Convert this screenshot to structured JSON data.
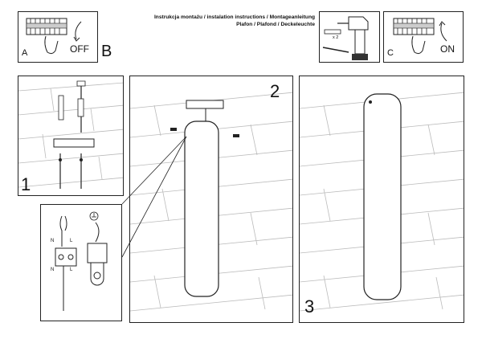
{
  "header": {
    "title_line1": "Instrukcja montażu / instalation instructions / Montageanleitung",
    "title_line2": "Plafon / Plafond / Deckeleuchte"
  },
  "panels": {
    "a": {
      "letter": "A",
      "state": "OFF"
    },
    "b": {
      "letter": "B"
    },
    "c": {
      "letter": "C",
      "state": "ON"
    },
    "step1": {
      "number": "1"
    },
    "step2": {
      "number": "2"
    },
    "step3": {
      "number": "3"
    }
  },
  "hardware": {
    "dowel_qty": "x 2"
  },
  "wiring": {
    "n_top": "N",
    "l_top": "L",
    "n_bottom": "N",
    "l_bottom": "L"
  },
  "icons": [
    "breaker-panel-icon",
    "hand-icon",
    "drill-icon",
    "ground-symbol-icon",
    "screw-icon"
  ]
}
